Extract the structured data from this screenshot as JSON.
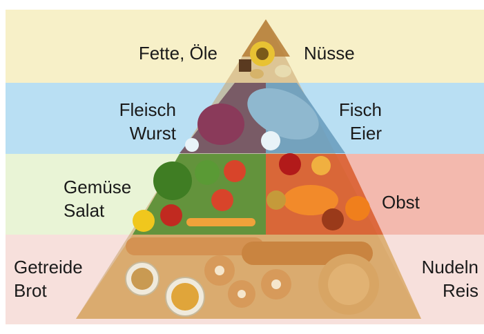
{
  "tiers": [
    {
      "id": "fats",
      "color": "#f7f0c8",
      "left_label": "Fette, Öle",
      "right_label": "Nüsse"
    },
    {
      "id": "protein",
      "color": "#b9dff3",
      "left_label": "Fleisch\nWurst",
      "right_label": "Fisch\nEier"
    },
    {
      "id": "vegetables-fruit",
      "left_color": "#e9f4d6",
      "right_color": "#f3b9ae",
      "left_label": "Gemüse\nSalat",
      "right_label": "Obst"
    },
    {
      "id": "grains",
      "color": "#f7e0dc",
      "left_label": "Getreide\nBrot",
      "right_label": "Nudeln\nReis"
    }
  ],
  "colors": {
    "pyramid_outline": "#b98a4a",
    "fats_food": "#d9b24a",
    "protein_food_left": "#8c4f63",
    "protein_food_right": "#6fa6c4",
    "veg_food": "#5c9a2f",
    "fruit_food": "#e0622a",
    "grain_food": "#d7a162"
  }
}
